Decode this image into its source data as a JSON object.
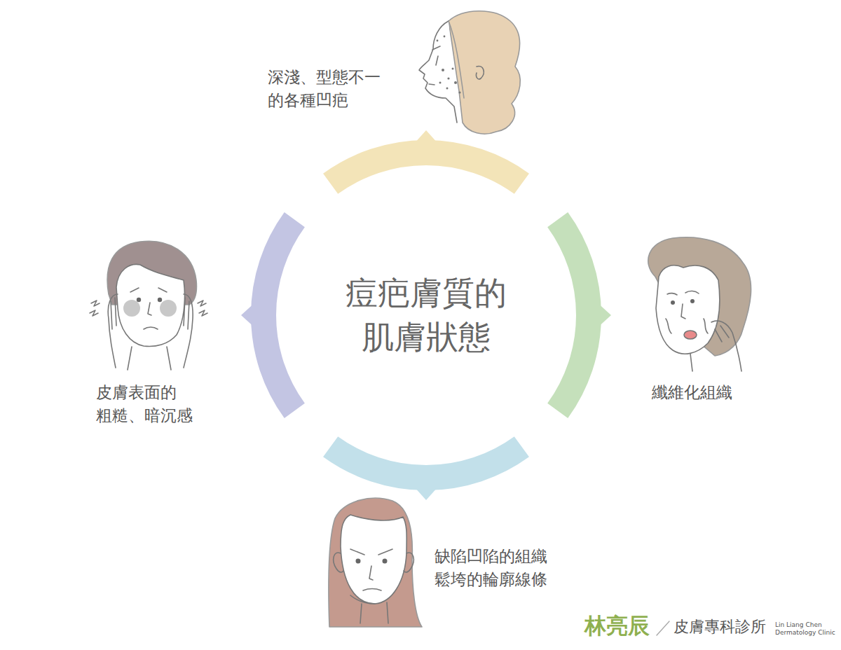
{
  "diagram": {
    "nodes": [
      {
        "text": [
          "痘疤膚質的 肌膚狀態"
        ]
      }
    ],
    "labels": [
      "深淺、型態不一 的各種凹疤",
      "纖維化組織",
      "缺陷凹陷的組織 鬆垮的輪廓線條",
      "皮膚表面的 粗糙、暗沉感",
      "林亮辰",
      "皮膚專科診所",
      "Lin Liang Chen Dermatology Clinic"
    ]
  }
}
